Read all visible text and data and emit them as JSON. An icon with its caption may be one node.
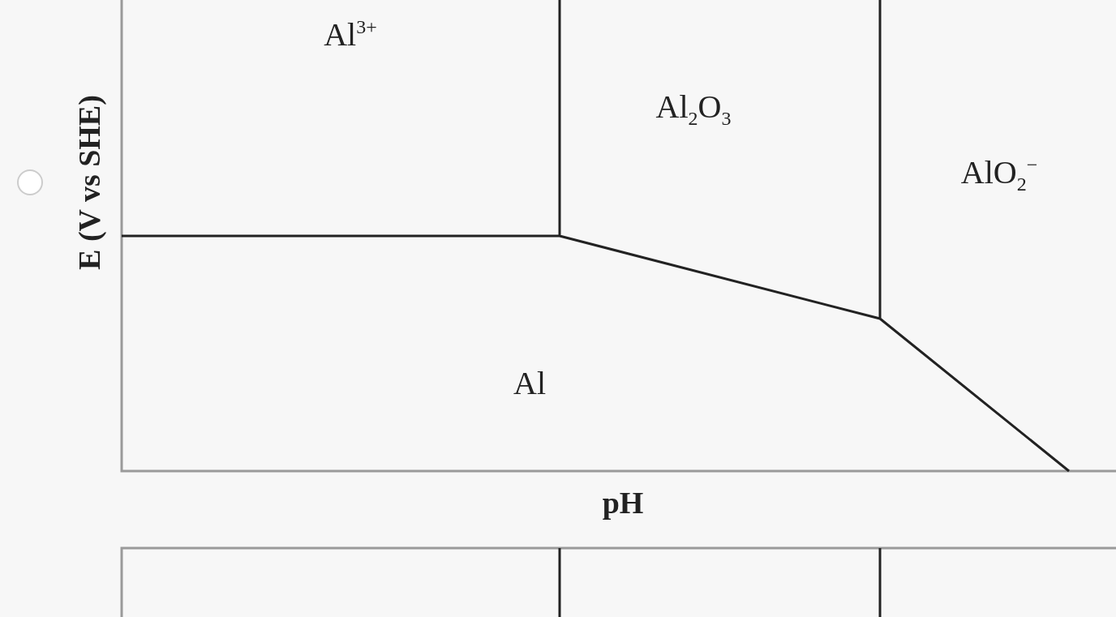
{
  "diagram": {
    "labels": [
      "Al$^{3+}$",
      "E (V vs SHE)",
      "Al$_{2}$O$_{3}$",
      "AlO$_{2}$$^{−}$",
      "Al",
      "pH"
    ]
  }
}
